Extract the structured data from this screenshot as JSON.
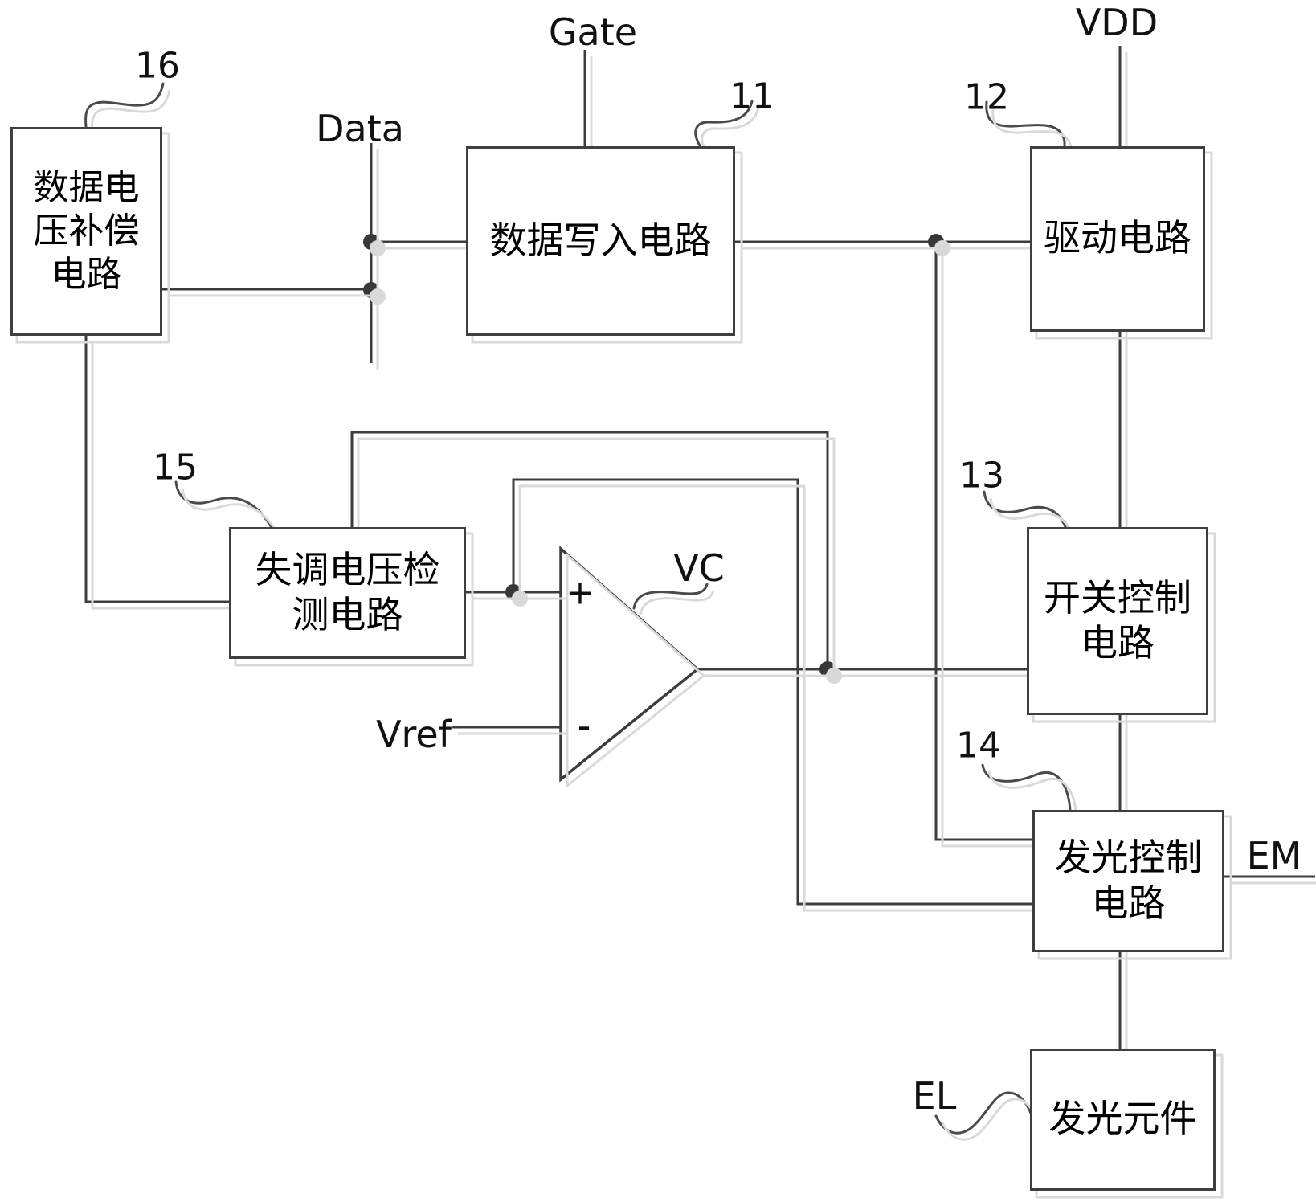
{
  "diagram": {
    "type": "circuit-block-diagram",
    "colors": {
      "background": "#ffffff",
      "line": "#3c3c3c",
      "shadow": "#d9d9d9",
      "text": "#111111"
    },
    "blocks": [
      {
        "id": "data-voltage-compensation",
        "ref": "16",
        "label": "数据电压补偿电路",
        "lines": [
          "数据电",
          "压补偿",
          "电路"
        ]
      },
      {
        "id": "data-write",
        "ref": "11",
        "label": "数据写入电路",
        "lines": [
          "数据写入电路"
        ]
      },
      {
        "id": "drive",
        "ref": "12",
        "label": "驱动电路",
        "lines": [
          "驱动电路"
        ]
      },
      {
        "id": "offset-voltage-detection",
        "ref": "15",
        "label": "失调电压检测电路",
        "lines": [
          "失调电压检",
          "测电路"
        ]
      },
      {
        "id": "switch-control",
        "ref": "13",
        "label": "开关控制电路",
        "lines": [
          "开关控制",
          "电路"
        ]
      },
      {
        "id": "emission-control",
        "ref": "14",
        "label": "发光控制电路",
        "lines": [
          "发光控制",
          "电路"
        ]
      },
      {
        "id": "light-emitting-element",
        "label": "发光元件",
        "lines": [
          "发光元件"
        ]
      }
    ],
    "signals": {
      "data": "Data",
      "gate": "Gate",
      "vdd": "VDD",
      "vref": "Vref",
      "vc": "VC",
      "em": "EM",
      "el": "EL"
    },
    "opamp": {
      "plus_label": "+",
      "minus_label": "-"
    }
  }
}
